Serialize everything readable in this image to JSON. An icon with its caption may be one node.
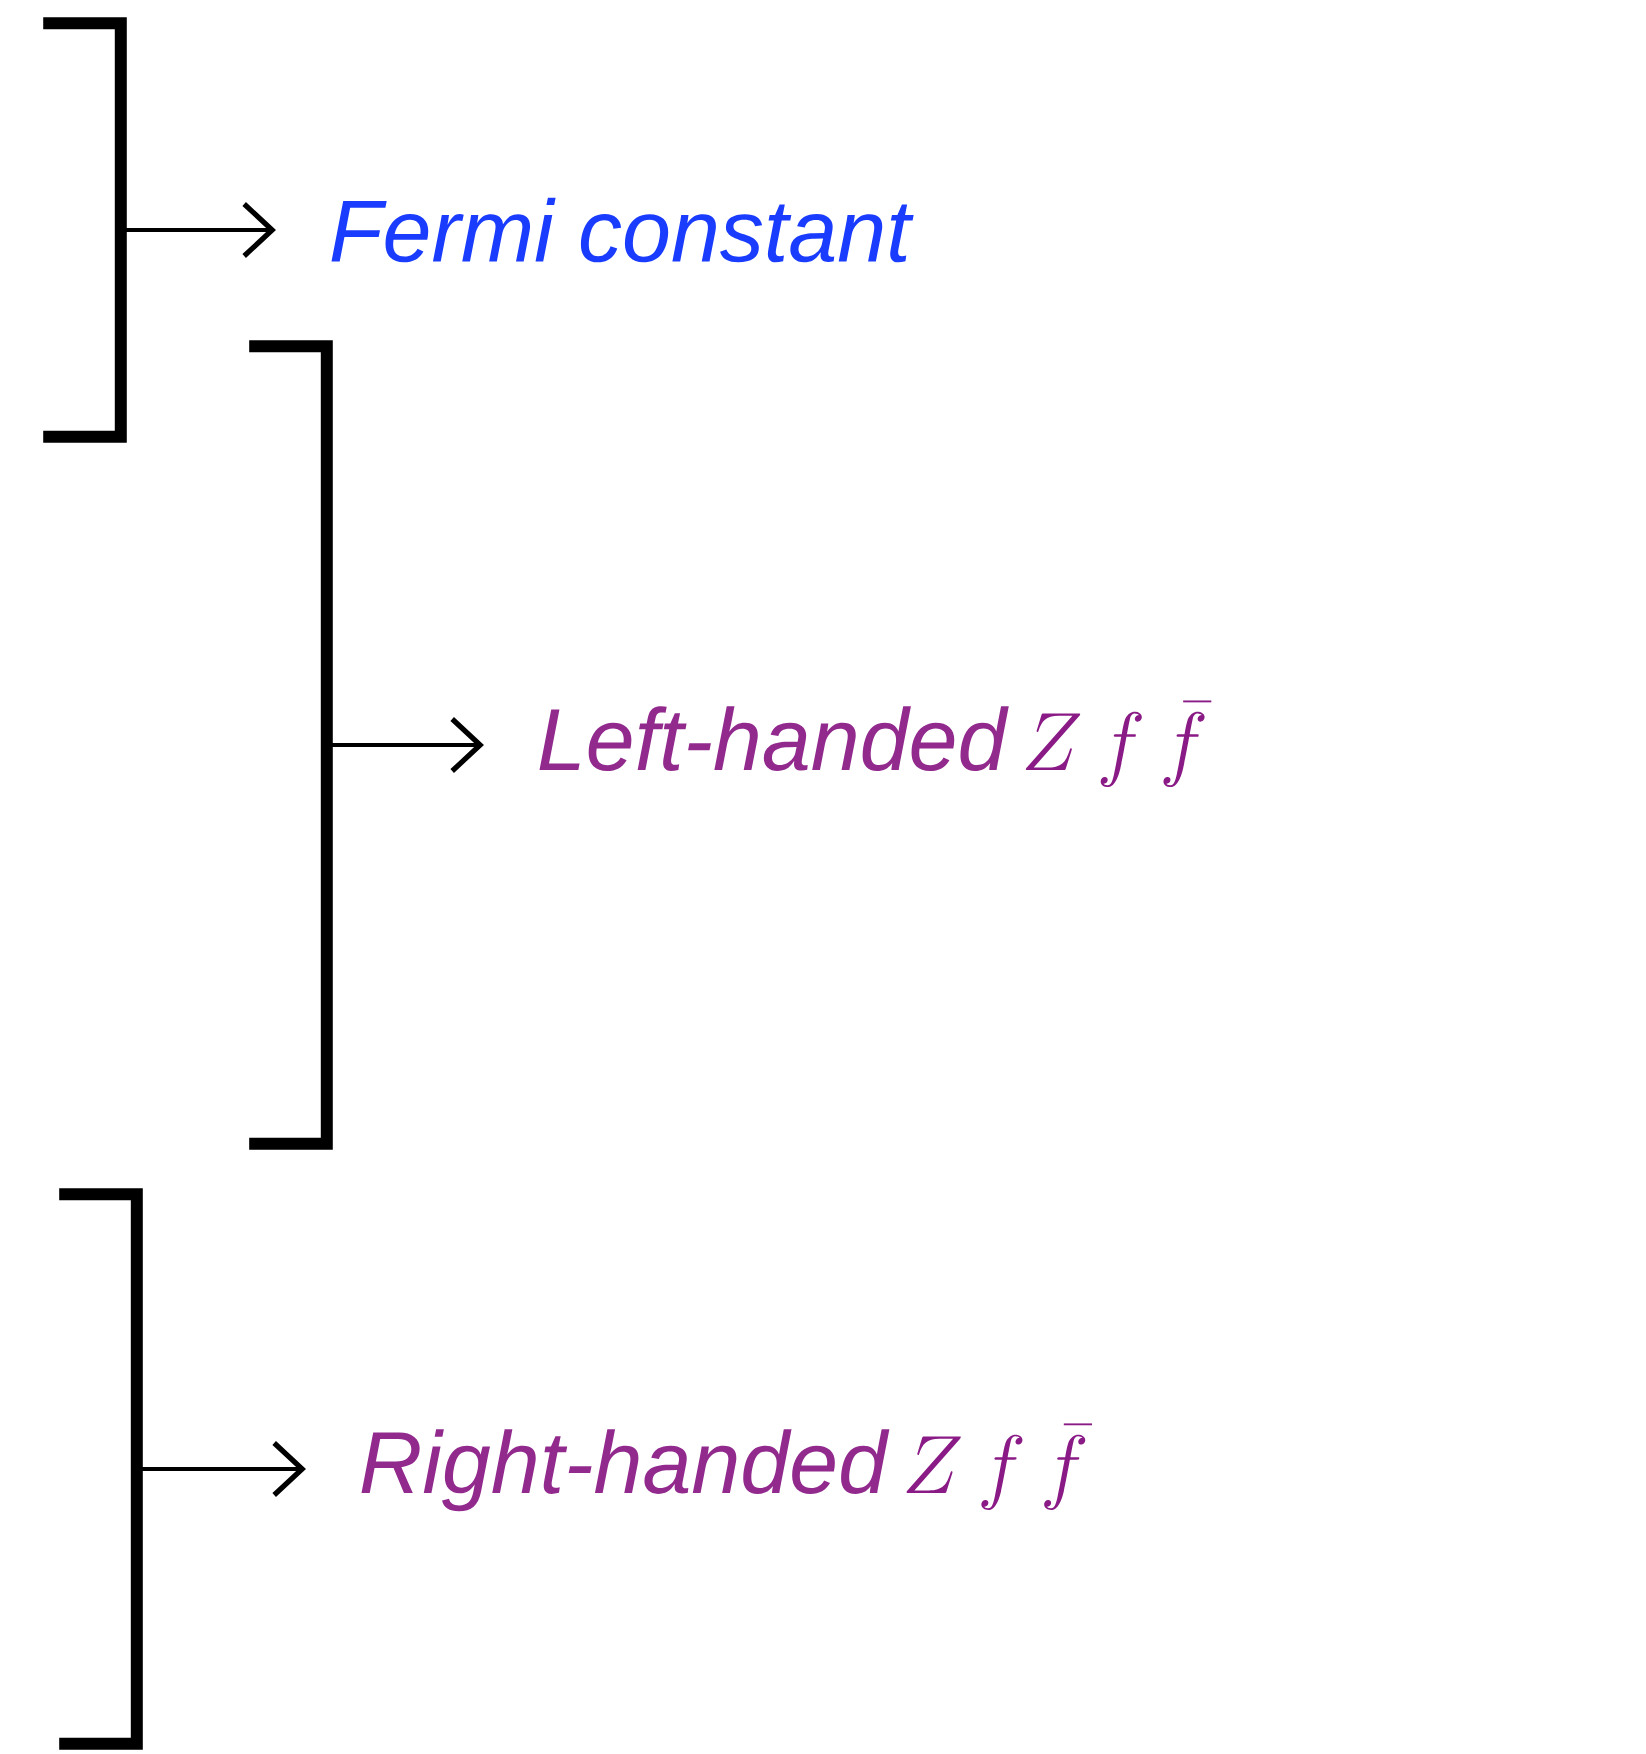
{
  "diagram": {
    "nodes": [
      {
        "text": [],
        "shape": "bracket"
      },
      {
        "text": [
          "Fermi constant"
        ]
      },
      {
        "text": [],
        "shape": "bracket"
      },
      {
        "text": [
          "Left-handed",
          "Z\\,f\\,\\bar{f}"
        ]
      },
      {
        "text": [],
        "shape": "bracket"
      },
      {
        "text": [
          "Right-handed",
          "Z\\,f\\,\\bar{f}"
        ]
      }
    ],
    "edges": [
      {
        "from": 0,
        "to": 1,
        "arrow": "to"
      },
      {
        "from": 2,
        "to": 3,
        "arrow": "to"
      },
      {
        "from": 4,
        "to": 5,
        "arrow": "to"
      }
    ]
  }
}
